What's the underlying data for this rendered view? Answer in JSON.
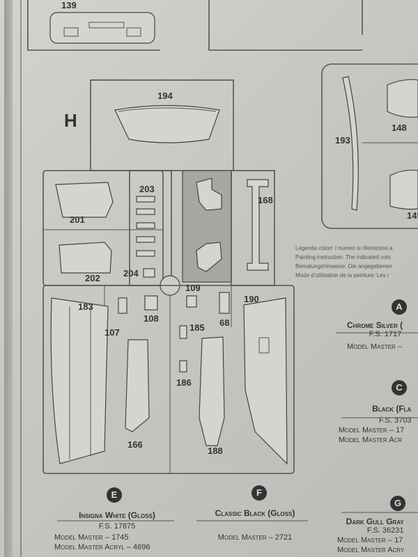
{
  "sprue": {
    "letter": "H",
    "parts": {
      "p139": "139",
      "p194": "194",
      "p193": "193",
      "p148": "148",
      "p145": "145",
      "p203": "203",
      "p168": "168",
      "p201": "201",
      "p202": "202",
      "p204": "204",
      "p109": "109",
      "p183": "183",
      "p190": "190",
      "p108": "108",
      "p107": "107",
      "p185": "185",
      "p68": "68",
      "p186": "186",
      "p166": "166",
      "p188": "188"
    }
  },
  "legend": {
    "lines": [
      "Legenda colori: I numeri si riferiscono a",
      "Painting instruction: The indicated colo",
      "Bemalungshinweise: Die angegebenen",
      "Mode d'utilisation de la peinture: Les r"
    ]
  },
  "colors": [
    {
      "letter": "A",
      "name": "Chrome Silver (",
      "fs": "F.S. 1717",
      "lines": [
        "Model Master –"
      ]
    },
    {
      "letter": "C",
      "name": "Black (Fla",
      "fs": "F.S. 3703",
      "lines": [
        "Model Master – 17",
        "Model Master Acr"
      ]
    },
    {
      "letter": "E",
      "name": "Insigna White (Gloss)",
      "fs": "F.S. 17875",
      "lines": [
        "Model Master – 1745",
        "Model Master Acryl – 4696"
      ]
    },
    {
      "letter": "F",
      "name": "Classic Black (Gloss)",
      "fs": "",
      "lines": [
        "Model Master – 2721"
      ]
    },
    {
      "letter": "G",
      "name": "Dark Gull Gray",
      "fs": "F.S. 36231",
      "lines": [
        "Model Master – 17",
        "Model Master Acry"
      ]
    }
  ]
}
